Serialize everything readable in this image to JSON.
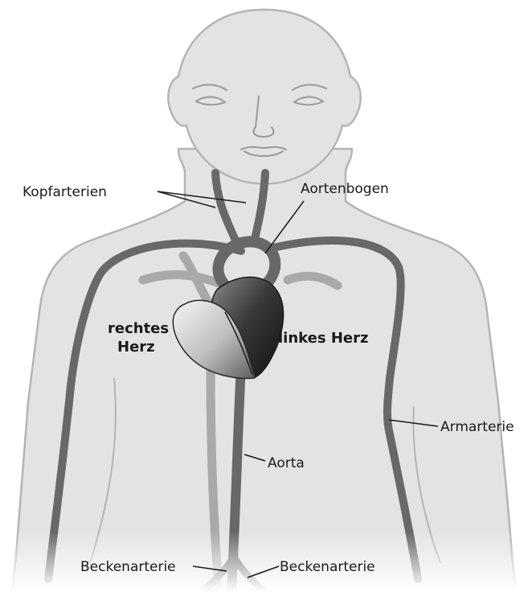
{
  "labels": {
    "kopfarterien": "Kopfarterien",
    "aortenbogen": "Aortenbogen",
    "rechtes_herz_line1": "rechtes",
    "rechtes_herz_line2": "Herz",
    "linkes_herz": "linkes Herz",
    "armarterie": "Armarterie",
    "aorta": "Aorta",
    "beckenarterie_left": "Beckenarterie",
    "beckenarterie_right": "Beckenarterie"
  },
  "colors": {
    "body_fill": "#e3e3e3",
    "body_outline": "#b4b4b4",
    "artery": "#686868",
    "vein": "#a9a9a9",
    "heart_left_dark": "#2e2e2e",
    "heart_right_light": "#d9d9d9",
    "leader_line": "#1a1a1a"
  }
}
